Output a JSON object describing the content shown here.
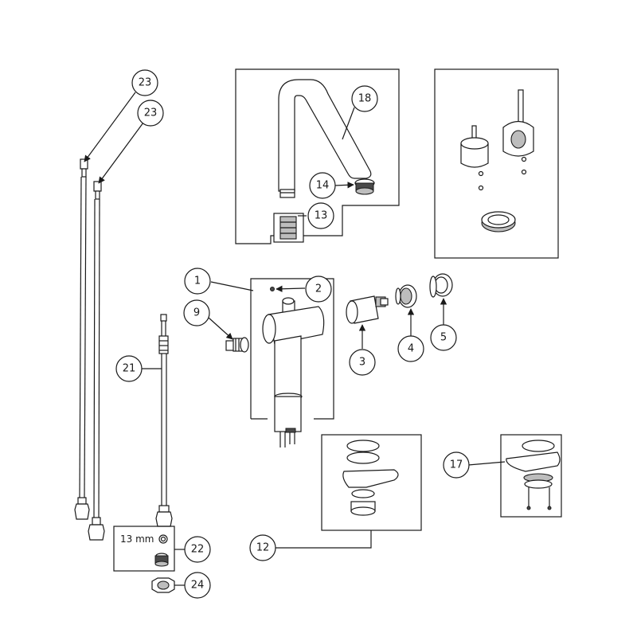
{
  "callouts": {
    "c1": "1",
    "c2": "2",
    "c3": "3",
    "c4": "4",
    "c5": "5",
    "c9": "9",
    "c12": "12",
    "c13": "13",
    "c14": "14",
    "c17": "17",
    "c18": "18",
    "c21": "21",
    "c22": "22",
    "c23a": "23",
    "c23b": "23",
    "c24": "24"
  },
  "size_label": "13 mm"
}
